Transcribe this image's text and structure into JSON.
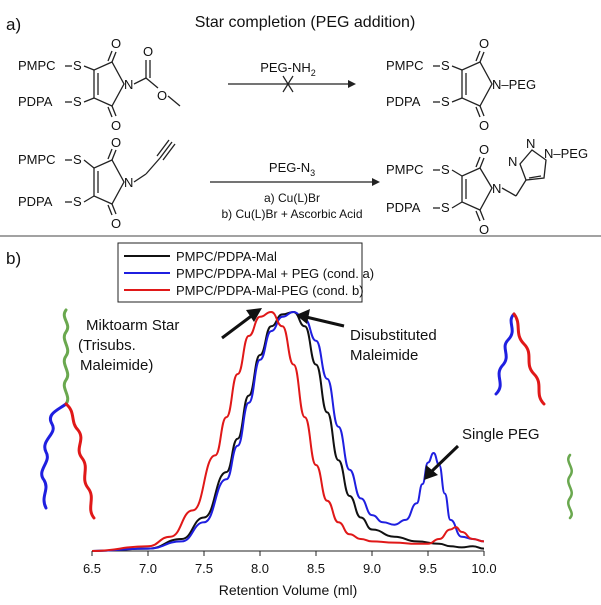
{
  "panel_a": {
    "label": "a)",
    "title": "Star completion (PEG addition)",
    "reaction1": {
      "reactant_substituents": [
        "PMPC",
        "PDPA"
      ],
      "reagent": "PEG-NH",
      "reagent_subscript": "2",
      "product_group": "N–PEG",
      "atom_o": "O",
      "atom_n": "N",
      "atom_s": "S"
    },
    "reaction2": {
      "reactant_substituents": [
        "PMPC",
        "PDPA"
      ],
      "reagent": "PEG-N",
      "reagent_subscript": "3",
      "condition_a": "a) Cu(L)Br",
      "condition_b": "b) Cu(L)Br + Ascorbic Acid",
      "triazole_n": "N",
      "product_group": "N–PEG"
    }
  },
  "panel_b": {
    "label": "b)",
    "annotations": {
      "miktoarm": [
        "Miktoarm Star",
        "(Trisubs.",
        "Maleimide)"
      ],
      "disubstituted": [
        "Disubstituted",
        "Maleimide"
      ],
      "single_peg": "Single PEG"
    }
  },
  "colors": {
    "black_series": "#111111",
    "blue_series": "#1f1fe0",
    "red_series": "#e01818",
    "green_chain": "#6aa84f"
  },
  "chart_data": {
    "type": "line",
    "xlabel": "Retention Volume (ml)",
    "ylabel": "",
    "xlim": [
      6.5,
      10.0
    ],
    "ylim": [
      0,
      1.0
    ],
    "xticks": [
      "6.5",
      "7.0",
      "7.5",
      "8.0",
      "8.5",
      "9.0",
      "9.5",
      "10.0"
    ],
    "grid": false,
    "legend": "top-center",
    "series": [
      {
        "name": "PMPC/PDPA-Mal",
        "color": "#111111",
        "x": [
          6.5,
          7.0,
          7.3,
          7.5,
          7.7,
          7.8,
          7.9,
          8.0,
          8.1,
          8.2,
          8.3,
          8.4,
          8.5,
          8.6,
          8.7,
          8.8,
          8.9,
          9.0,
          9.2,
          9.4,
          9.6,
          9.7,
          9.8,
          9.9,
          10.0
        ],
        "y": [
          0.0,
          0.01,
          0.05,
          0.14,
          0.33,
          0.47,
          0.65,
          0.82,
          0.94,
          0.99,
          1.0,
          0.94,
          0.78,
          0.58,
          0.38,
          0.23,
          0.14,
          0.09,
          0.06,
          0.04,
          0.03,
          0.02,
          0.015,
          0.02,
          0.01
        ]
      },
      {
        "name": "PMPC/PDPA-Mal + PEG (cond. a)",
        "color": "#1f1fe0",
        "x": [
          6.5,
          7.0,
          7.3,
          7.5,
          7.7,
          7.8,
          7.9,
          8.0,
          8.1,
          8.2,
          8.3,
          8.4,
          8.5,
          8.6,
          8.7,
          8.8,
          8.9,
          9.0,
          9.1,
          9.2,
          9.3,
          9.4,
          9.45,
          9.5,
          9.55,
          9.6,
          9.65,
          9.7,
          9.8,
          9.9,
          10.0
        ],
        "y": [
          0.0,
          0.01,
          0.04,
          0.12,
          0.3,
          0.44,
          0.62,
          0.8,
          0.92,
          0.98,
          1.0,
          0.97,
          0.88,
          0.72,
          0.52,
          0.34,
          0.22,
          0.15,
          0.12,
          0.11,
          0.13,
          0.2,
          0.28,
          0.37,
          0.41,
          0.36,
          0.24,
          0.13,
          0.06,
          0.05,
          0.04
        ]
      },
      {
        "name": "PMPC/PDPA-Mal-PEG (cond. b)",
        "color": "#e01818",
        "x": [
          6.5,
          7.0,
          7.2,
          7.4,
          7.6,
          7.7,
          7.8,
          7.9,
          8.0,
          8.1,
          8.2,
          8.3,
          8.4,
          8.5,
          8.6,
          8.7,
          8.8,
          8.9,
          9.0,
          9.2,
          9.4,
          9.5,
          9.6,
          9.7,
          9.75,
          9.8,
          9.9,
          10.0
        ],
        "y": [
          0.0,
          0.02,
          0.06,
          0.17,
          0.4,
          0.56,
          0.74,
          0.9,
          0.98,
          1.0,
          0.94,
          0.78,
          0.56,
          0.36,
          0.21,
          0.12,
          0.07,
          0.05,
          0.04,
          0.035,
          0.03,
          0.03,
          0.05,
          0.09,
          0.1,
          0.08,
          0.05,
          0.04
        ]
      }
    ]
  }
}
